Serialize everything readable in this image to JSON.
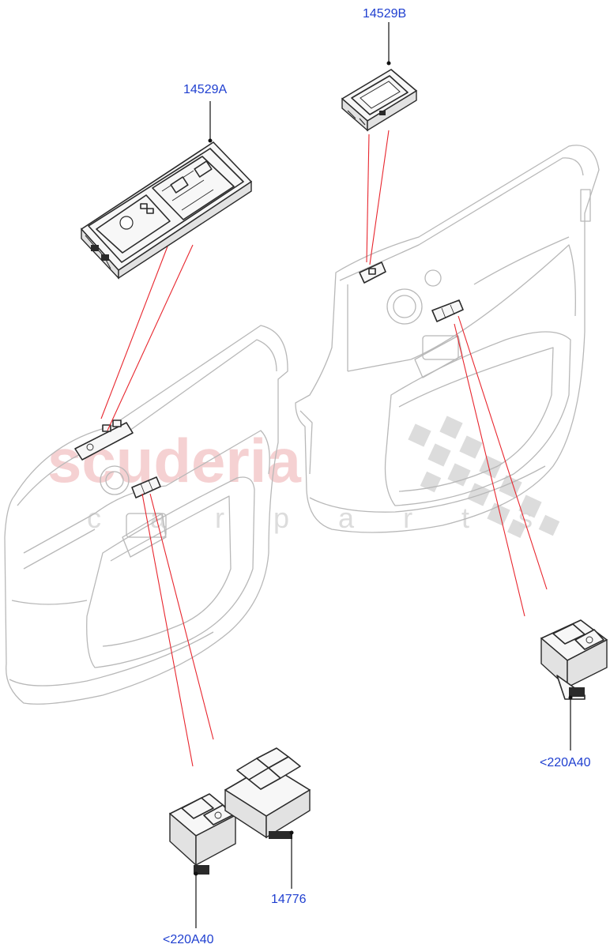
{
  "watermark": {
    "brand": "scuderia",
    "tagline": "c a r   p a r t s",
    "color": "#f3c6c8"
  },
  "callouts": [
    {
      "id": "part-14529A",
      "label": "14529A"
    },
    {
      "id": "part-14529B",
      "label": "14529B"
    },
    {
      "id": "part-220A40-right",
      "label": "<220A40"
    },
    {
      "id": "part-14776",
      "label": "14776"
    },
    {
      "id": "part-220A40-left",
      "label": "<220A40"
    }
  ],
  "colors": {
    "callout_text": "#1f3fd0",
    "leader_line": "#e8262e",
    "door_outline": "#b8b8b8",
    "part_outline": "#2a2a2a"
  }
}
